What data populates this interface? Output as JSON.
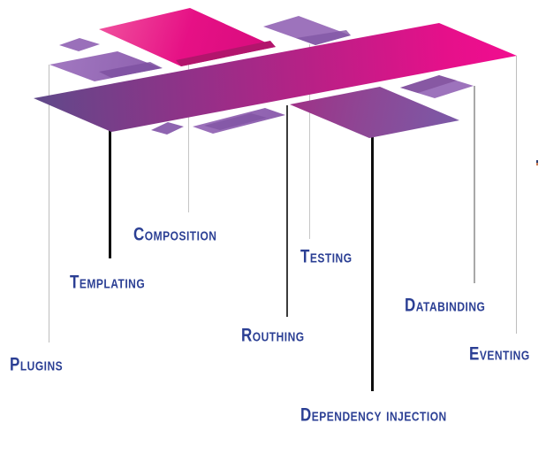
{
  "diagram": {
    "features": [
      {
        "label": "Plugins"
      },
      {
        "label": "Templating"
      },
      {
        "label": "Composition"
      },
      {
        "label": "Routhing"
      },
      {
        "label": "Testing"
      },
      {
        "label": "Dependency injection"
      },
      {
        "label": "Databinding"
      },
      {
        "label": "Eventing"
      }
    ],
    "colors": {
      "label_text": "#2b3f94",
      "magenta_bright": "#e61085",
      "magenta_edge_dark": "#b2156c",
      "pink_bar_end": "#f20d90",
      "bar_purple_start": "#5f4a8a",
      "purple_light": "#9d73bc",
      "purple_mid": "#8d5fae",
      "purple_shade": "#7e51a1",
      "big_purple_start": "#a03086",
      "big_purple_end": "#7a5ba8",
      "line_light_gray": "#c0c0c0",
      "line_black": "#0d0d0d"
    }
  }
}
